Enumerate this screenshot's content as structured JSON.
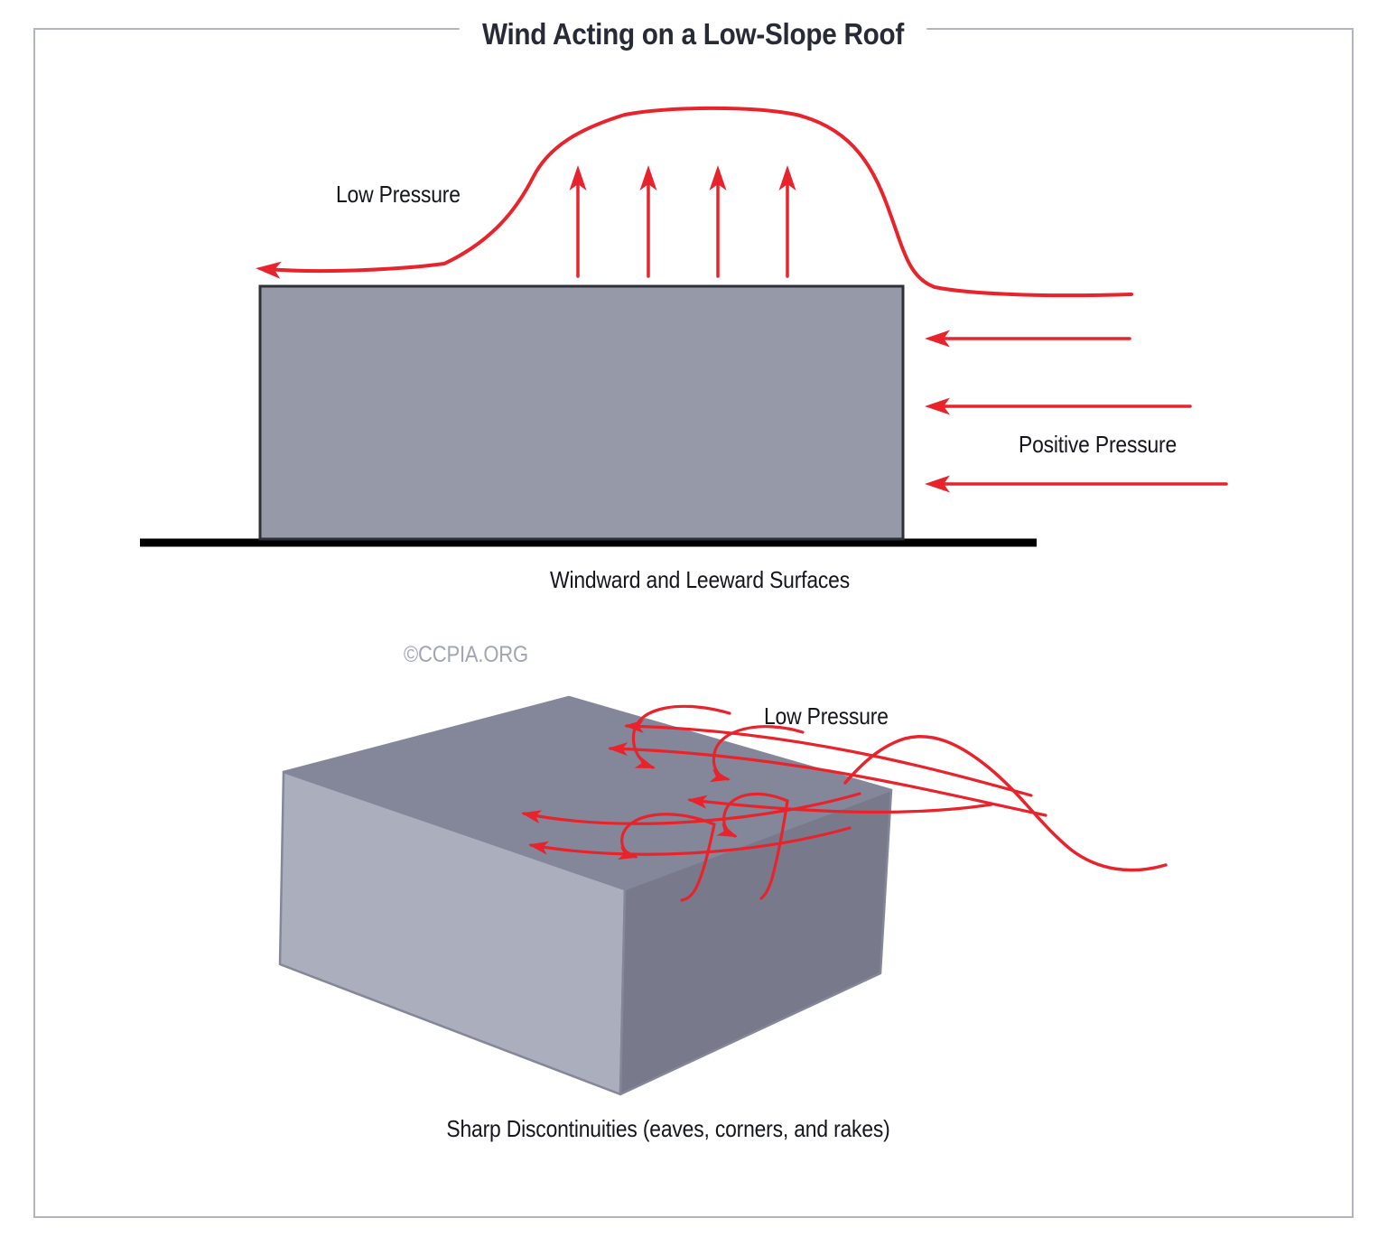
{
  "title": "Wind Acting on a Low-Slope Roof",
  "watermark": "©CCPIA.ORG",
  "top_diagram": {
    "low_pressure_label": "Low Pressure",
    "positive_pressure_label": "Positive Pressure",
    "caption": "Windward and Leeward Surfaces",
    "uplift_arrow_count": 4,
    "positive_pressure_arrow_count": 3
  },
  "bottom_diagram": {
    "low_pressure_label": "Low Pressure",
    "caption": "Sharp Discontinuities (eaves, corners, and rakes)"
  },
  "colors": {
    "red": "#e8232b",
    "building_fill": "#9699a7",
    "building_stroke": "#2e3038",
    "ground": "#000000",
    "box_top": "#848799",
    "box_left": "#abaebd",
    "box_right": "#787a8b",
    "box_edge": "#84879a",
    "border": "#b2b4c0",
    "label": "#14161c",
    "title_color": "#272b35",
    "watermark_color": "#a2a5b3"
  }
}
